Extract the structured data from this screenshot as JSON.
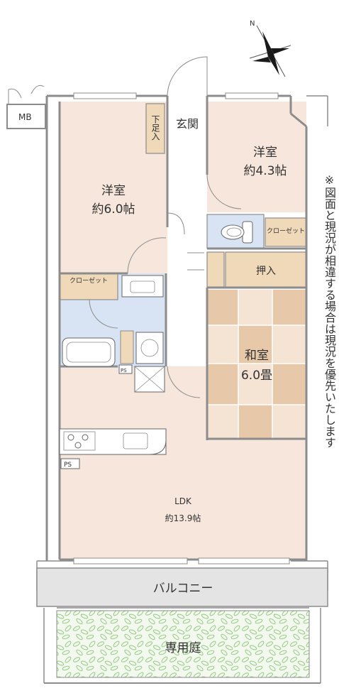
{
  "rooms": {
    "western_large": {
      "name": "洋室",
      "size": "約6.0帖"
    },
    "western_small": {
      "name": "洋室",
      "size": "約4.3帖"
    },
    "japanese": {
      "name": "和室",
      "size": "6.0畳"
    },
    "ldk": {
      "name": "LDK",
      "size": "約13.9帖"
    },
    "entrance": {
      "name": "玄関"
    },
    "shoe_storage": {
      "name": "下足入"
    },
    "closet_left": {
      "name": "クローゼット"
    },
    "closet_right": {
      "name": "クローゼット"
    },
    "oshiire": {
      "name": "押入"
    },
    "balcony": {
      "name": "バルコニー"
    },
    "garden": {
      "name": "専用庭"
    }
  },
  "labels": {
    "mb": "MB",
    "ps_upper": "PS",
    "ps_lower": "PS",
    "compass": "N"
  },
  "note": "※図面と現況が相違する場合は現況を優先いたします",
  "colors": {
    "room_floor": "#f7e6dc",
    "wet_area": "#d8e3f3",
    "storage": "#efd9b8",
    "tatami_dark": "#e7c8a8",
    "tatami_light": "#f5e3d3",
    "balcony": "#e4e4e4",
    "garden_leaf": "#a8d79a",
    "wall": "#8c8c8c"
  }
}
